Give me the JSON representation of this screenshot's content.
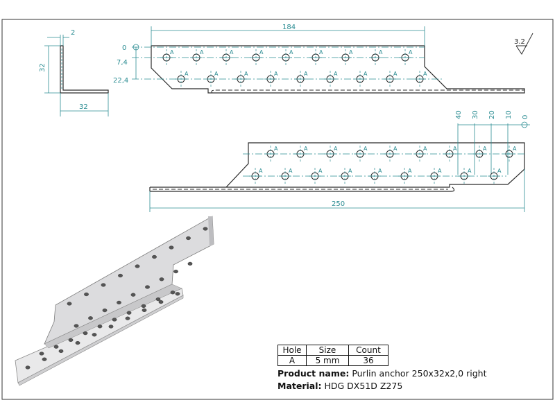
{
  "drawing": {
    "dimensions": {
      "thickness": "2",
      "height": "32",
      "width": "32",
      "length_top": "184",
      "length_bottom": "250",
      "row_offset_0": "0",
      "row_offset_1": "7,4",
      "row_offset_2": "22,4",
      "pitch_40": "40",
      "pitch_30": "30",
      "pitch_20": "20",
      "pitch_10": "10",
      "pitch_0": "0"
    },
    "roughness": "3.2",
    "hole_label": "A",
    "line_color": "#2a8c92",
    "outline_color": "#2b2b2b"
  },
  "table": {
    "headers": [
      "Hole",
      "Size",
      "Count"
    ],
    "rows": [
      [
        "A",
        "5 mm",
        "36"
      ]
    ]
  },
  "product": {
    "name_label": "Product name:",
    "name_value": "Purlin anchor 250x32x2,0 right",
    "material_label": "Material:",
    "material_value": "HDG DX51D Z275"
  }
}
